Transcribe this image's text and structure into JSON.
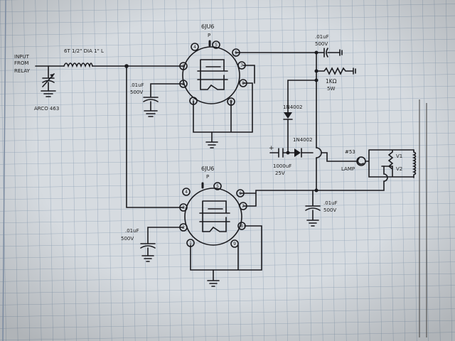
{
  "input": {
    "label_line1": "INPUT",
    "label_line2": "FROM",
    "label_line3": "RELAY"
  },
  "inductor": {
    "label": "6T 1/2\" DIA 1\" L"
  },
  "variable_cap": {
    "label": "ARCO 463"
  },
  "tube1": {
    "label": "6JU6",
    "plate_label": "P",
    "pins": [
      "4",
      "5",
      "6",
      "3",
      "7",
      "2",
      "8",
      "1",
      "9"
    ]
  },
  "tube2": {
    "label": "6JU6",
    "plate_label": "P",
    "pins": [
      "4",
      "5",
      "6",
      "3",
      "7",
      "2",
      "8",
      "1",
      "9"
    ]
  },
  "cap_tube1_screen": {
    "value": ".01uF",
    "voltage": "500V"
  },
  "cap_tube2_screen": {
    "value": ".01uF",
    "voltage": "500V"
  },
  "cap_output": {
    "value": ".01uF",
    "voltage": "500V"
  },
  "cap_plate_bypass": {
    "value": ".01uF",
    "voltage": "500V"
  },
  "resistor": {
    "value": "1KΩ",
    "power": "5W"
  },
  "diode1": {
    "label": "1N4002"
  },
  "diode2": {
    "label": "1N4002"
  },
  "cap_electrolytic": {
    "value": "1000uF",
    "voltage": "25V",
    "polarity": "+"
  },
  "lamp": {
    "label_line1": "#53",
    "label_line2": "LAMP"
  },
  "relay": {
    "v1": "V1",
    "v2": "V2"
  }
}
